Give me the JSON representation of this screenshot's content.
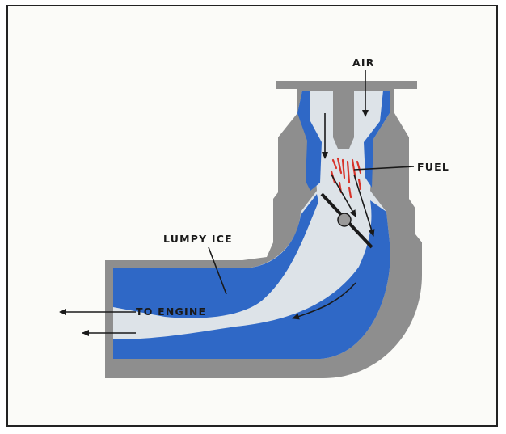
{
  "labels": {
    "air": "AIR",
    "fuel": "FUEL",
    "lumpy_ice": "LUMPY ICE",
    "to_engine": "TO ENGINE"
  },
  "colors": {
    "housing": "#8e8e8e",
    "ice": "#2f68c6",
    "airflow": "#dde3e8",
    "fuel_spray": "#d8332a",
    "ink": "#1a1a1a"
  }
}
